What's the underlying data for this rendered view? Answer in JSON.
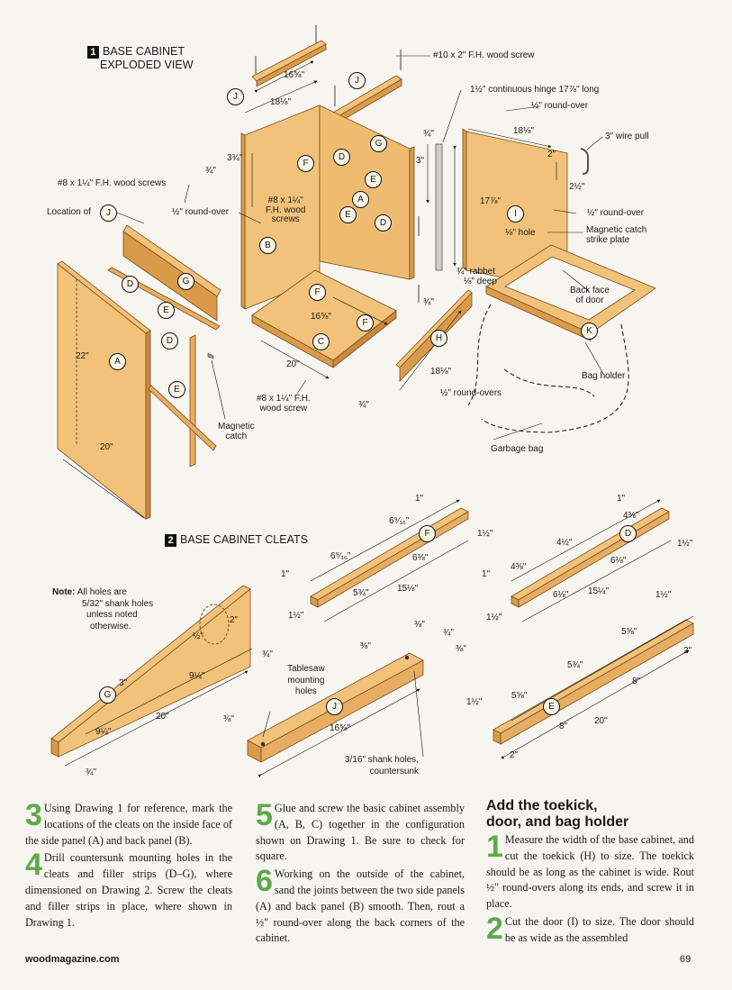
{
  "fig1": {
    "number": "1",
    "title_line1": "BASE CABINET",
    "title_line2": "EXPLODED VIEW"
  },
  "fig2": {
    "number": "2",
    "title": "BASE CABINET CLEATS"
  },
  "fig1_labels": {
    "screw_10": "#10 x 2\" F.H. wood screw",
    "hinge": "1½\" continuous hinge 17⅞\" long",
    "roundover_top": "½\" round-over",
    "wire_pull": "3\" wire pull",
    "screws_8_left": "#8 x 1¼\" F.H. wood screws",
    "location_of": "Location of",
    "roundover_left": "½\" round-over",
    "screws_8_center_1": "#8 x 1¼\"",
    "screws_8_center_2": "F.H. wood",
    "screws_8_center_3": "screws",
    "roundover_door": "½\" round-over",
    "hole": "⅛\" hole",
    "strike_1": "Magnetic catch",
    "strike_2": "strike plate",
    "rabbet_1": "¾\" rabbet",
    "rabbet_2": "⅛\" deep",
    "back_face_1": "Back face",
    "back_face_2": "of door",
    "bag_holder": "Bag holder",
    "roundovers": "½\" round-overs",
    "screw_8_bottom_1": "#8 x 1¼\" F.H.",
    "screw_8_bottom_2": "wood screw",
    "magnetic_1": "Magnetic",
    "magnetic_2": "catch",
    "garbage_bag": "Garbage bag"
  },
  "fig1_dims": {
    "d16_58_top": "16⅝\"",
    "d18_18_top": "18⅛\"",
    "d3_34": "3¾\"",
    "d34_a": "¾\"",
    "d34_b": "¾\"",
    "d3": "3\"",
    "d34_c": "¾\"",
    "d18_18_door": "18⅛\"",
    "d2": "2\"",
    "d2_12": "2½\"",
    "d17_78": "17⅞\"",
    "d16_58_bottom": "16⅝\"",
    "d20_bottom": "20\"",
    "d34_d": "¾\"",
    "d18_18_toe": "18⅛\"",
    "d22": "22\"",
    "d20_side": "20\""
  },
  "parts": [
    "A",
    "B",
    "C",
    "D",
    "E",
    "F",
    "G",
    "H",
    "I",
    "J",
    "K"
  ],
  "note": {
    "bold": "Note:",
    "line1": "All holes are",
    "line2": "5/32\" shank holes",
    "line3": "unless noted",
    "line4": "otherwise."
  },
  "fig2_labels": {
    "tablesaw_1": "Tablesaw",
    "tablesaw_2": "mounting",
    "tablesaw_3": "holes",
    "shank_1": "3/16\" shank holes,",
    "shank_2": "countersunk"
  },
  "cleat_f": {
    "d1": "1\"",
    "d2": "6⁹⁄₁₆\"",
    "d3": "1½\"",
    "d4": "6⁹⁄₁₆\"",
    "d5": "6⅜\"",
    "d6": "1\"",
    "d7": "5¾\"",
    "d8": "15⅛\"",
    "d9": "1½\""
  },
  "cleat_d": {
    "d1": "1\"",
    "d2": "4⅜\"",
    "d3": "4½\"",
    "d4": "1½\"",
    "d5": "4⅜\"",
    "d6": "6⅛\"",
    "d7": "1\"",
    "d8": "6⅛\"",
    "d9": "15¼\"",
    "d10": "1½\""
  },
  "cleat_g": {
    "d1": "2\"",
    "d2": "½\"",
    "d3": "¾\"",
    "d4": "9¼\"",
    "d5": "3\"",
    "d6": "20\"",
    "d7": "9¼\"",
    "d8": "¾\""
  },
  "cleat_j": {
    "d1": "⅜\"",
    "d2": "¾\"",
    "d3": "⅜\"",
    "d4": "⅜\"",
    "d5": "16⅝\"",
    "d6": "⅜\""
  },
  "cleat_e": {
    "d1": "1½\"",
    "d2": "5⅝\"",
    "d3": "2\"",
    "d4": "5¾\"",
    "d5": "8\"",
    "d6": "1½\"",
    "d7": "5⅝\"",
    "d8": "8\"",
    "d9": "20\"",
    "d10": "2\""
  },
  "steps": {
    "s3_num": "3",
    "s3_text": "Using Drawing 1 for reference, mark the locations of the cleats on the inside face of the side panel (A) and back panel (B).",
    "s4_num": "4",
    "s4_text": "Drill countersunk mounting holes in the cleats and filler strips (D–G), where dimensioned on Drawing 2. Screw the cleats and filler strips in place, where shown in Drawing 1.",
    "s5_num": "5",
    "s5_text": "Glue and screw the basic cabinet assembly (A, B, C) together in the configuration shown on Drawing 1. Be sure to check for square.",
    "s6_num": "6",
    "s6_text": "Working on the outside of the cabinet, sand the joints between the two side panels (A) and back panel (B) smooth. Then, rout a ½\" round-over along the back corners of the cabinet.",
    "heading_1": "Add the toekick,",
    "heading_2": "door, and bag holder",
    "t1_num": "1",
    "t1_text": "Measure the width of the base cabinet, and cut the toekick (H) to size. The toekick should be as long as the cabinet is wide. Rout ½\" round-overs along its ends, and screw it in place.",
    "t2_num": "2",
    "t2_text": "Cut the door (I) to size. The door should be as wide as the assembled"
  },
  "footer": {
    "site": "woodmagazine.com",
    "page": "69"
  },
  "colors": {
    "wood": "#f2c27a",
    "wood_dark": "#d99a4a",
    "wood_edge": "#b97a34",
    "step_green": "#5ea94a"
  }
}
